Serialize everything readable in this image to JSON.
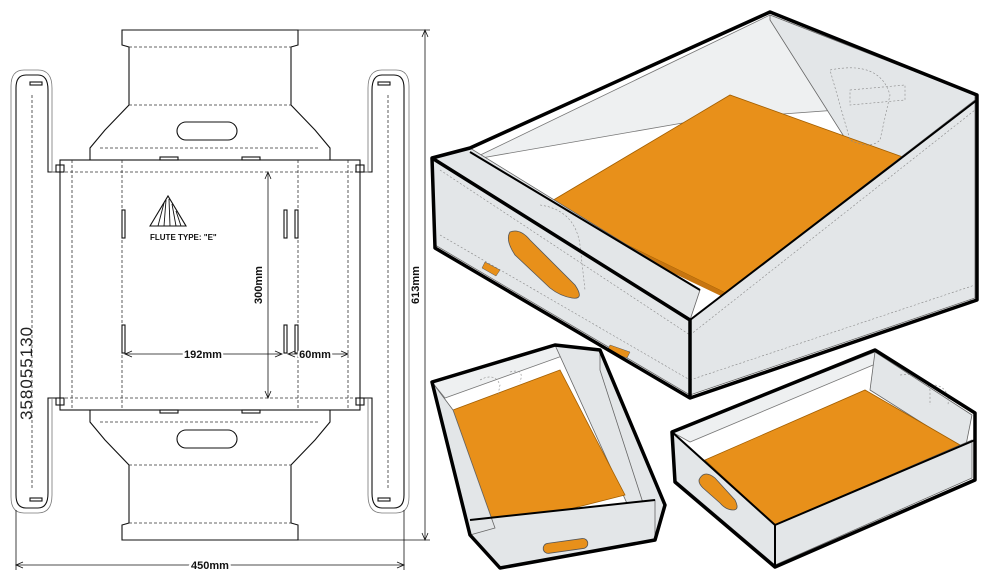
{
  "dieline": {
    "flute_label": "FLUTE TYPE: \"E\"",
    "dim_inner_width": "192mm",
    "dim_side_depth": "60mm",
    "dim_inner_length": "300mm",
    "dim_total_height": "613mm",
    "dim_total_width": "450mm"
  },
  "stock_id": "358055130",
  "colors": {
    "floor": "#e8901a",
    "wall": "#e3e6e8",
    "edge": "#000000",
    "line": "#111111"
  }
}
